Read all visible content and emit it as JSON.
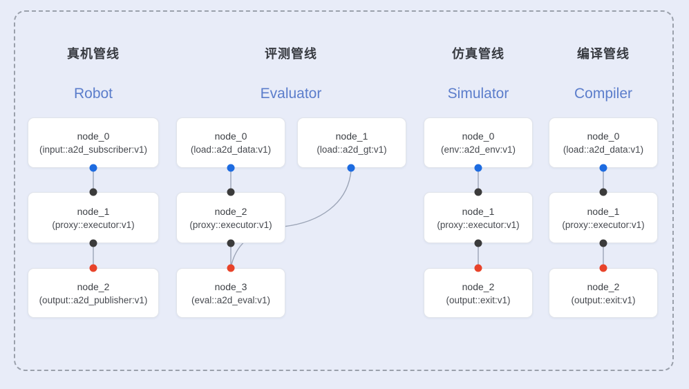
{
  "colors": {
    "background": "#e8ecf8",
    "frame_dash": "#9aa0ab",
    "title_zh": "#373a40",
    "title_en": "#5b7dcb",
    "node_text": "#3d4045",
    "edge": "#9ba4b6",
    "port_input": "#1d6be0",
    "port_mid": "#3b3b3b",
    "port_output": "#e8432a"
  },
  "pipelines": [
    {
      "title_zh": "真机管线",
      "title_en": "Robot",
      "nodes": [
        {
          "name": "node_0",
          "type": "(input::a2d_subscriber:v1)"
        },
        {
          "name": "node_1",
          "type": "(proxy::executor:v1)"
        },
        {
          "name": "node_2",
          "type": "(output::a2d_publisher:v1)"
        }
      ]
    },
    {
      "title_zh": "评测管线",
      "title_en": "Evaluator",
      "nodes": [
        {
          "name": "node_0",
          "type": "(load::a2d_data:v1)"
        },
        {
          "name": "node_1",
          "type": "(load::a2d_gt:v1)"
        },
        {
          "name": "node_2",
          "type": "(proxy::executor:v1)"
        },
        {
          "name": "node_3",
          "type": "(eval::a2d_eval:v1)"
        }
      ]
    },
    {
      "title_zh": "仿真管线",
      "title_en": "Simulator",
      "nodes": [
        {
          "name": "node_0",
          "type": "(env::a2d_env:v1)"
        },
        {
          "name": "node_1",
          "type": "(proxy::executor:v1)"
        },
        {
          "name": "node_2",
          "type": "(output::exit:v1)"
        }
      ]
    },
    {
      "title_zh": "编译管线",
      "title_en": "Compiler",
      "nodes": [
        {
          "name": "node_0",
          "type": "(load::a2d_data:v1)"
        },
        {
          "name": "node_1",
          "type": "(proxy::executor:v1)"
        },
        {
          "name": "node_2",
          "type": "(output::exit:v1)"
        }
      ]
    }
  ]
}
